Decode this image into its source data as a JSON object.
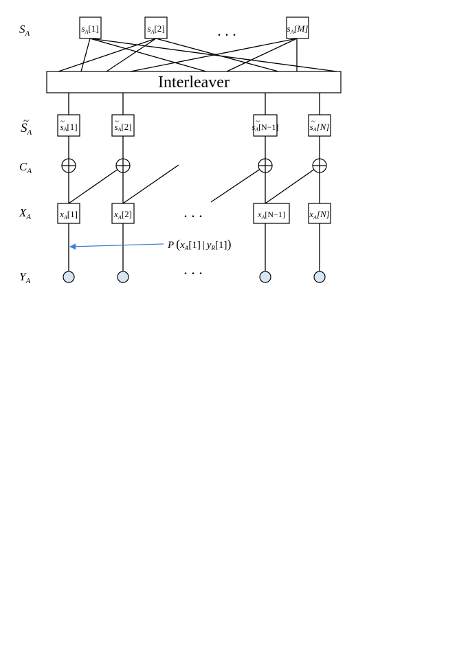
{
  "labels": {
    "S": {
      "base": "S",
      "sub": "A"
    },
    "S_tilde": {
      "base": "S",
      "tilde": "~",
      "sub": "A"
    },
    "C": {
      "base": "C",
      "sub": "A"
    },
    "X": {
      "base": "X",
      "sub": "A"
    },
    "Y": {
      "base": "Y",
      "sub": "A"
    }
  },
  "interleaver": "Interleaver",
  "s_nodes": [
    {
      "var": "s",
      "sub": "A",
      "idx": "[1]"
    },
    {
      "var": "s",
      "sub": "A",
      "idx": "[2]"
    },
    {
      "var": "s",
      "sub": "A",
      "idx": "[M]"
    }
  ],
  "s_tilde_nodes": [
    {
      "var": "s",
      "tilde": "~",
      "sub": "A",
      "idx": "[1]"
    },
    {
      "var": "s",
      "tilde": "~",
      "sub": "A",
      "idx": "[2]"
    },
    {
      "var": "s",
      "tilde": "~",
      "sub": "A",
      "idx": "[N−1]"
    },
    {
      "var": "s",
      "tilde": "~",
      "sub": "A",
      "idx": "[N]"
    }
  ],
  "x_nodes": [
    {
      "var": "x",
      "sub": "A",
      "idx": "[1]"
    },
    {
      "var": "x",
      "sub": "A",
      "idx": "[2]"
    },
    {
      "var": "x",
      "sub": "A",
      "idx": "[N−1]"
    },
    {
      "var": "x",
      "sub": "A",
      "idx": "[N]"
    }
  ],
  "xor_symbol": "⊕",
  "ellipsis": ". . .",
  "message": {
    "P": "P",
    "open": "(",
    "x": "x",
    "x_sub": "A",
    "x_idx": "[1]",
    "bar": "|",
    "y": "y",
    "y_sub": "R",
    "y_idx": "[1]",
    "close": ")"
  },
  "colors": {
    "line": "#000000",
    "observation_fill": "#d7e6f5",
    "arrow": "#3b7dd8"
  }
}
